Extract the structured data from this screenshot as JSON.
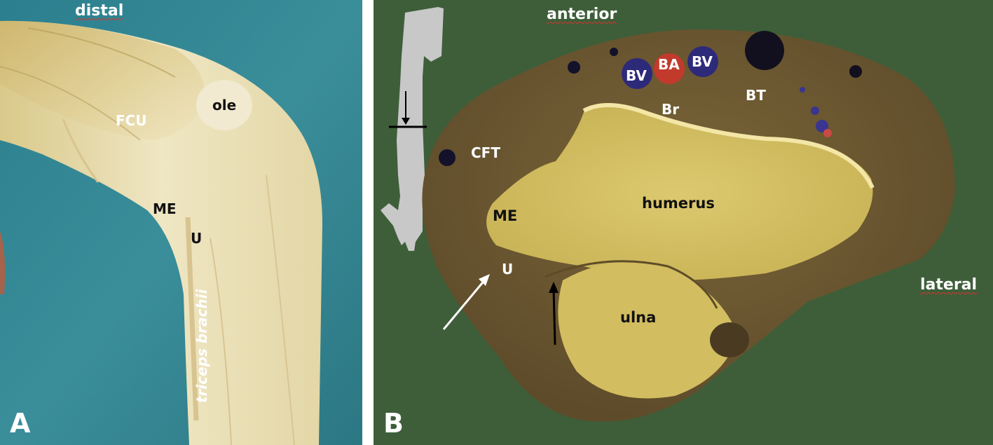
{
  "figure": {
    "panels": [
      {
        "id": "A",
        "letter": "A",
        "description": "Dissected elbow, posterior view",
        "background_color": "#2f7f8c",
        "labels": {
          "orientation": "distal",
          "ole": "ole",
          "fcu": "FCU",
          "me": "ME",
          "u": "U",
          "triceps": "triceps brachii"
        }
      },
      {
        "id": "B",
        "letter": "B",
        "description": "Transverse section at the elbow with arm silhouette indicating cut level",
        "background_color": "#3d5e39",
        "labels": {
          "orientation_top": "anterior",
          "orientation_right": "lateral",
          "bv_left": "BV",
          "ba": "BA",
          "bv_right": "BV",
          "bt": "BT",
          "br": "Br",
          "cft": "CFT",
          "humerus": "humerus",
          "me": "ME",
          "u": "U",
          "ulna": "ulna"
        },
        "colors": {
          "artery": "#c23a2c",
          "vein": "#2d2a7a",
          "bone": "#d9c466",
          "tissue": "#6b5a34",
          "silhouette": "#c8c8c8"
        },
        "arrows": [
          {
            "name": "white-arrow",
            "color": "#ffffff"
          },
          {
            "name": "black-arrow",
            "color": "#000000"
          }
        ]
      }
    ]
  }
}
